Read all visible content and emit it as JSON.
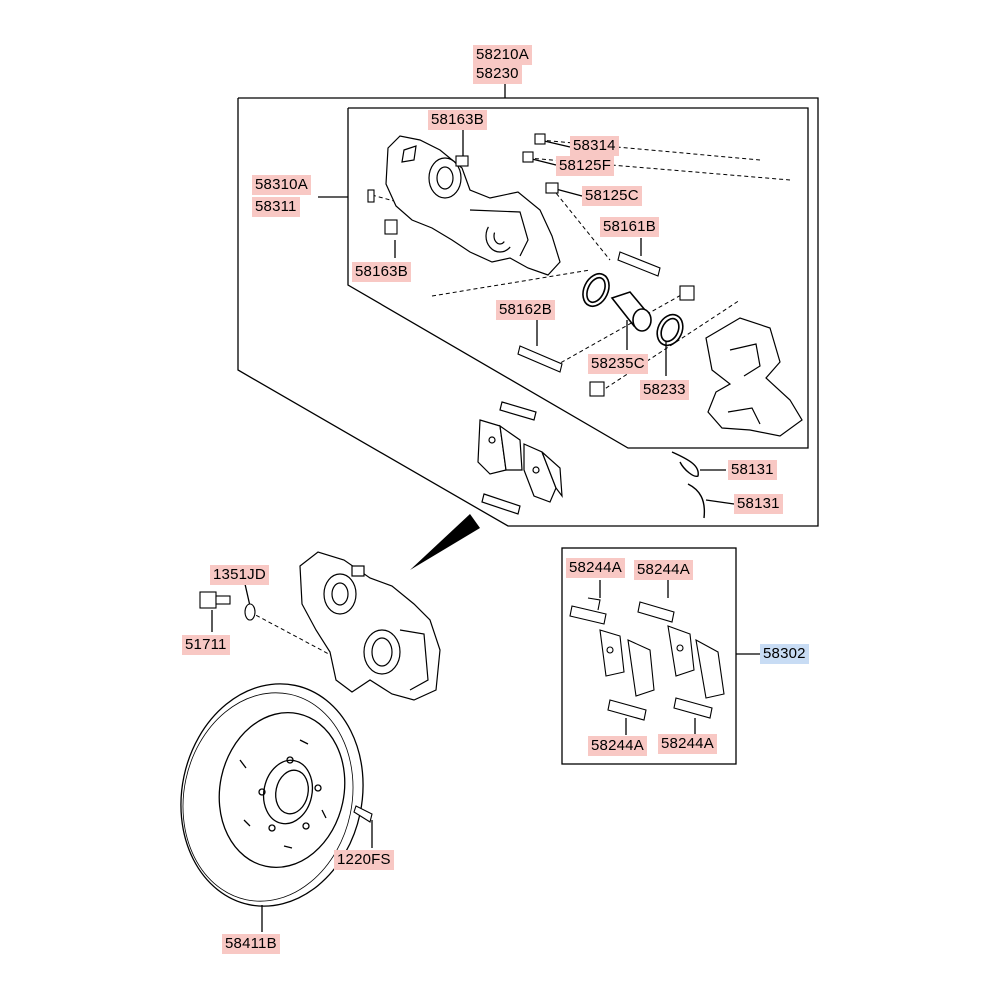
{
  "labels": {
    "l58210a": "58210A",
    "l58230": "58230",
    "l58163b_top": "58163B",
    "l58314": "58314",
    "l58125f": "58125F",
    "l58310a": "58310A",
    "l58311": "58311",
    "l58125c": "58125C",
    "l58161b": "58161B",
    "l58163b_bottom": "58163B",
    "l58162b": "58162B",
    "l58235c": "58235C",
    "l58233": "58233",
    "l58131_a": "58131",
    "l58131_b": "58131",
    "l1351jd": "1351JD",
    "l51711": "51711",
    "l58244a_tl": "58244A",
    "l58244a_tr": "58244A",
    "l58302": "58302",
    "l58244a_bl": "58244A",
    "l58244a_br": "58244A",
    "l1220fs": "1220FS",
    "l58411b": "58411B"
  },
  "colors": {
    "label_bg": "#f8c8c4",
    "highlight_bg": "#c8dcf4",
    "line": "#000000"
  }
}
